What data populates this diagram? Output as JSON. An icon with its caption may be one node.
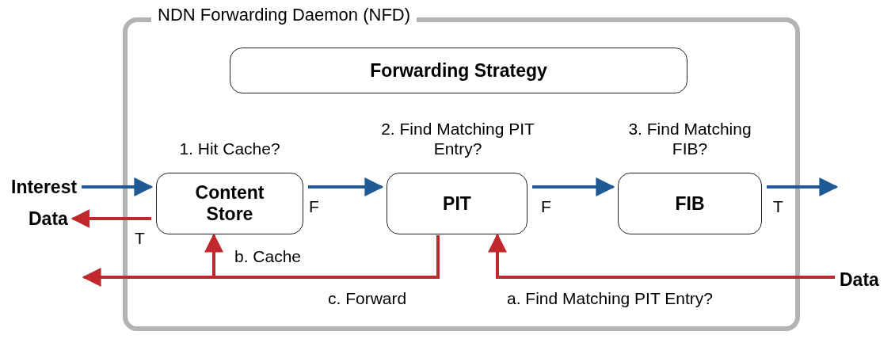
{
  "diagram": {
    "nodes": [
      {
        "text": [
          "NDN Forwarding Daemon (NFD)"
        ]
      },
      {
        "text": [
          "Forwarding Strategy"
        ],
        "in": 0
      },
      {
        "text": [
          "Content Store"
        ],
        "in": 0,
        "beside": [
          "1. Hit Cache?"
        ]
      },
      {
        "text": [
          "PIT"
        ],
        "in": 0,
        "beside": [
          "2. Find Matching PIT Entry?"
        ]
      },
      {
        "text": [
          "FIB"
        ],
        "in": 0,
        "beside": [
          "3. Find Matching FIB?"
        ]
      },
      {
        "text": [
          "Interest"
        ]
      },
      {
        "text": [
          "Data"
        ]
      },
      {
        "text": [
          "Data"
        ]
      }
    ],
    "edges": [
      {
        "from": 5,
        "to": 2,
        "arrow": "to",
        "color": "#1f5a96"
      },
      {
        "from": 2,
        "to": 6,
        "arrow": "to",
        "label": "T",
        "color": "#c0282d"
      },
      {
        "from": 2,
        "to": 3,
        "arrow": "to",
        "label": "F",
        "color": "#1f5a96"
      },
      {
        "from": 3,
        "to": 4,
        "arrow": "to",
        "label": "F",
        "color": "#1f5a96"
      },
      {
        "from": 4,
        "to": null,
        "arrow": "to",
        "label": "T",
        "color": "#1f5a96"
      },
      {
        "from": 7,
        "to": 3,
        "arrow": "to",
        "label": "a. Find Matching PIT Entry?",
        "color": "#c0282d"
      },
      {
        "from": 3,
        "to": 2,
        "arrow": "to",
        "label": "b. Cache",
        "color": "#c0282d"
      },
      {
        "from": 3,
        "to": null,
        "arrow": "to",
        "label": "c. Forward",
        "color": "#c0282d"
      }
    ]
  }
}
